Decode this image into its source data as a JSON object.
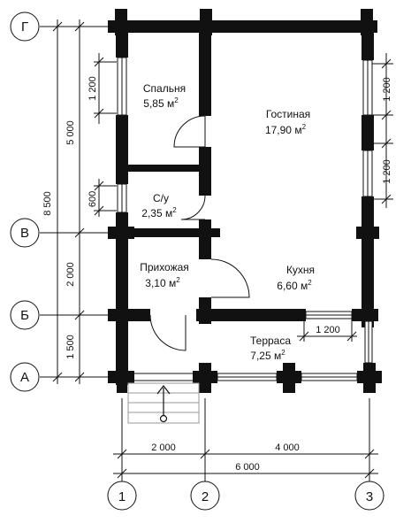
{
  "axes": {
    "rows": [
      {
        "id": "row-g",
        "label": "Г"
      },
      {
        "id": "row-v",
        "label": "В"
      },
      {
        "id": "row-b",
        "label": "Б"
      },
      {
        "id": "row-a",
        "label": "А"
      }
    ],
    "cols": [
      {
        "id": "col-1",
        "label": "1"
      },
      {
        "id": "col-2",
        "label": "2"
      },
      {
        "id": "col-3",
        "label": "3"
      }
    ]
  },
  "rooms": {
    "bedroom": {
      "name": "Спальня",
      "area": "5,85 м",
      "sup": "2"
    },
    "living": {
      "name": "Гостиная",
      "area": "17,90 м",
      "sup": "2"
    },
    "bath": {
      "name": "С/у",
      "area": "2,35 м",
      "sup": "2"
    },
    "hall": {
      "name": "Прихожая",
      "area": "3,10 м",
      "sup": "2"
    },
    "kitchen": {
      "name": "Кухня",
      "area": "6,60 м",
      "sup": "2"
    },
    "terrace": {
      "name": "Терраса",
      "area": "7,25 м",
      "sup": "2"
    }
  },
  "dimensions": {
    "total_height": "8 500",
    "h_g_v": "5 000",
    "h_v_b": "2 000",
    "h_b_a": "1 500",
    "win_bedroom": "1 200",
    "win_bath": "600",
    "win_living_top": "1 200",
    "win_living_bottom": "1 200",
    "win_kitchen": "1 200",
    "w_1_2": "2 000",
    "w_2_3": "4 000",
    "w_total": "6 000"
  }
}
